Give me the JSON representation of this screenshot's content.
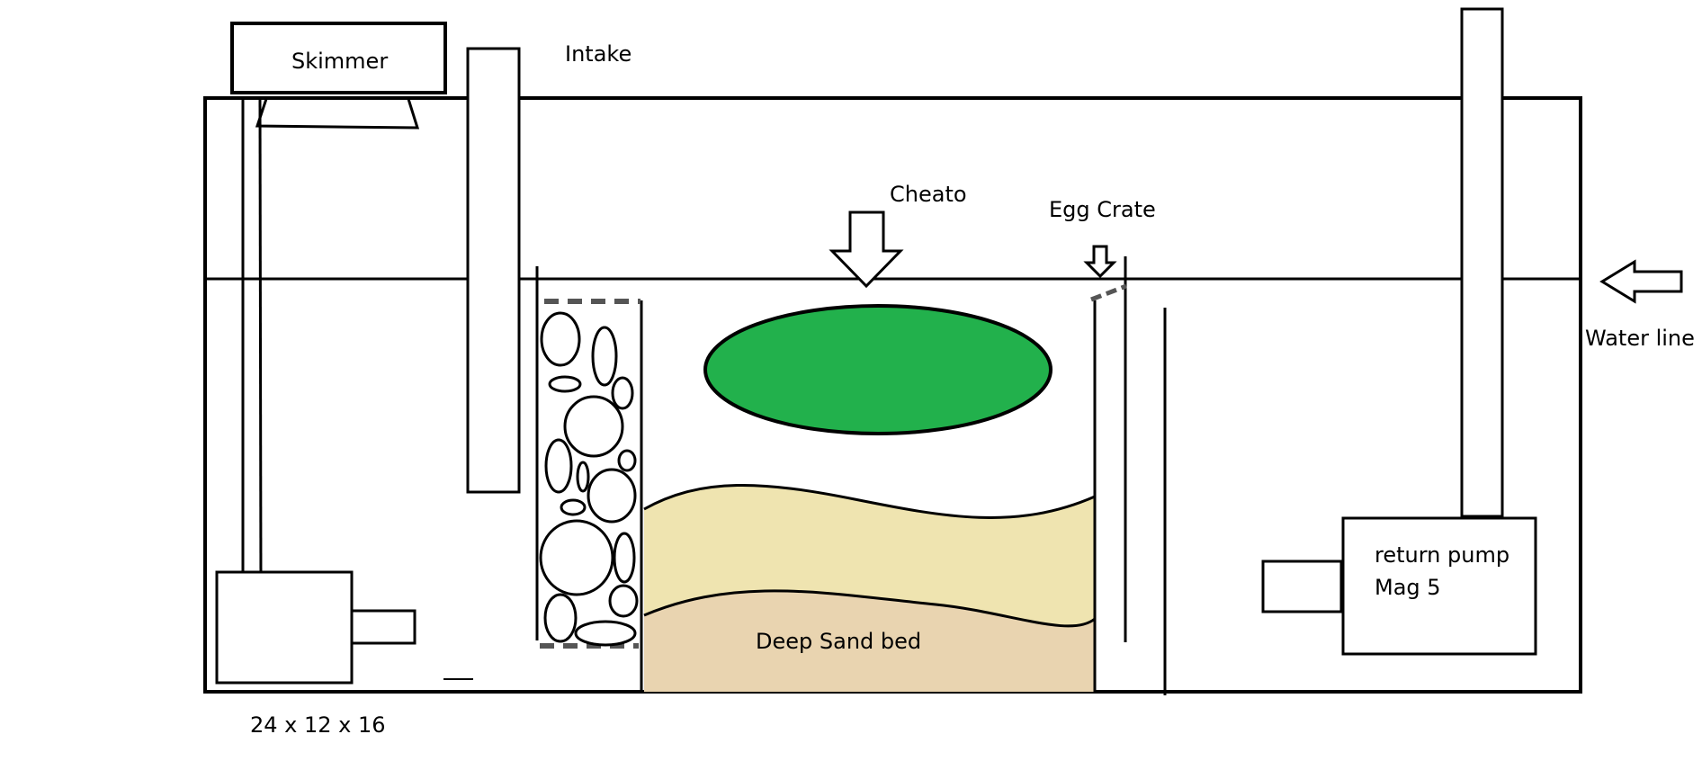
{
  "labels": {
    "skimmer": "Skimmer",
    "intake": "Intake",
    "cheato": "Cheato",
    "egg_crate": "Egg Crate",
    "water_line": "Water line",
    "return_pump_line1": "return pump",
    "return_pump_line2": "Mag 5",
    "deep_sand_bed": "Deep Sand bed",
    "dimensions": "24 x 12 x 16"
  },
  "colors": {
    "outline": "#000000",
    "cheato": "#22b14c",
    "sand_upper": "#efe4b0",
    "sand_lower": "#e9d4b0",
    "egg_crate": "#555555",
    "background": "#ffffff"
  }
}
